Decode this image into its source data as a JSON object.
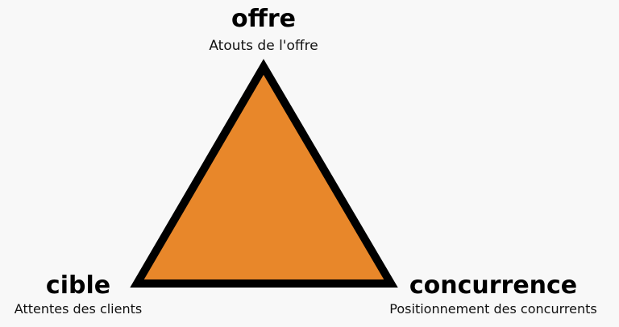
{
  "triangle": {
    "fill_color": "#E8872A",
    "stroke_color": "#000000"
  },
  "top": {
    "title": "offre",
    "subtitle": "Atouts de l'offre"
  },
  "bottom_left": {
    "title": "cible",
    "subtitle": "Attentes des clients"
  },
  "bottom_right": {
    "title": "concurrence",
    "subtitle": "Positionnement des concurrents"
  }
}
